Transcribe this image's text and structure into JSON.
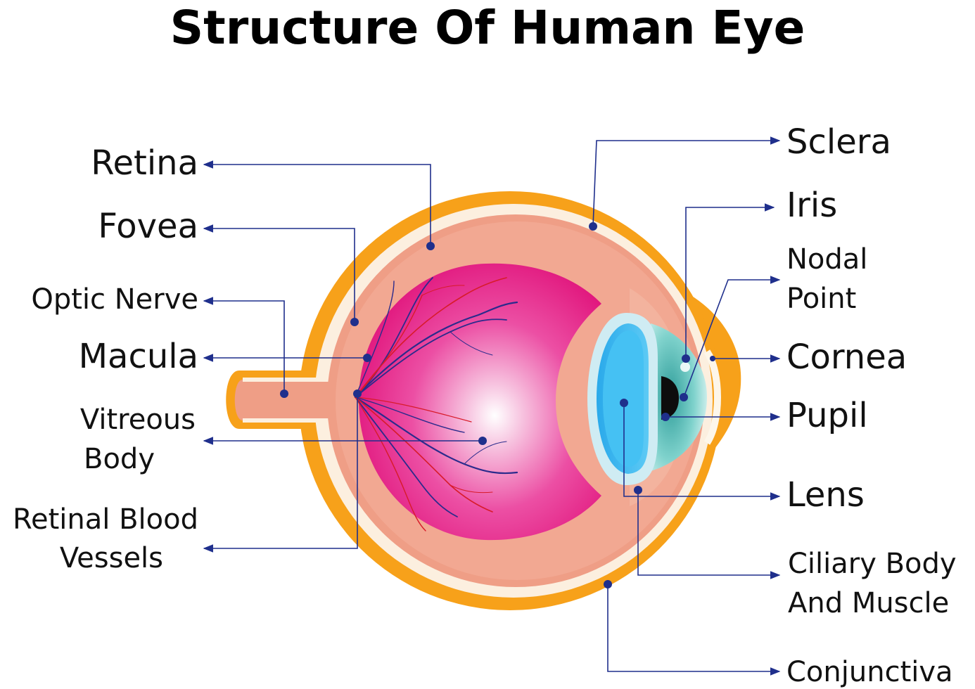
{
  "title": "Structure Of Human Eye",
  "labels": {
    "retina": "Retina",
    "fovea": "Fovea",
    "optic_nerve": "Optic Nerve",
    "macula": "Macula",
    "vitreous_line1": "Vitreous",
    "vitreous_line2": "Body",
    "blood_line1": "Retinal Blood",
    "blood_line2": "Vessels",
    "sclera": "Sclera",
    "iris": "Iris",
    "nodal_line1": "Nodal",
    "nodal_line2": "Point",
    "cornea": "Cornea",
    "pupil": "Pupil",
    "lens": "Lens",
    "ciliary_line1": "Ciliary Body",
    "ciliary_line2": "And Muscle",
    "conjunctiva": "Conjunctiva"
  },
  "colors": {
    "outer_layer": "#f7a11a",
    "sclera_band": "#fcefdf",
    "choroid": "#ef9e86",
    "vitreous": "#e8157a",
    "lens": "#36b8ef",
    "iris": "#49b9b0",
    "leader_line": "#1f2f8c",
    "vessels_dark": "#2b2b8c",
    "vessels_red": "#d81b2a"
  }
}
